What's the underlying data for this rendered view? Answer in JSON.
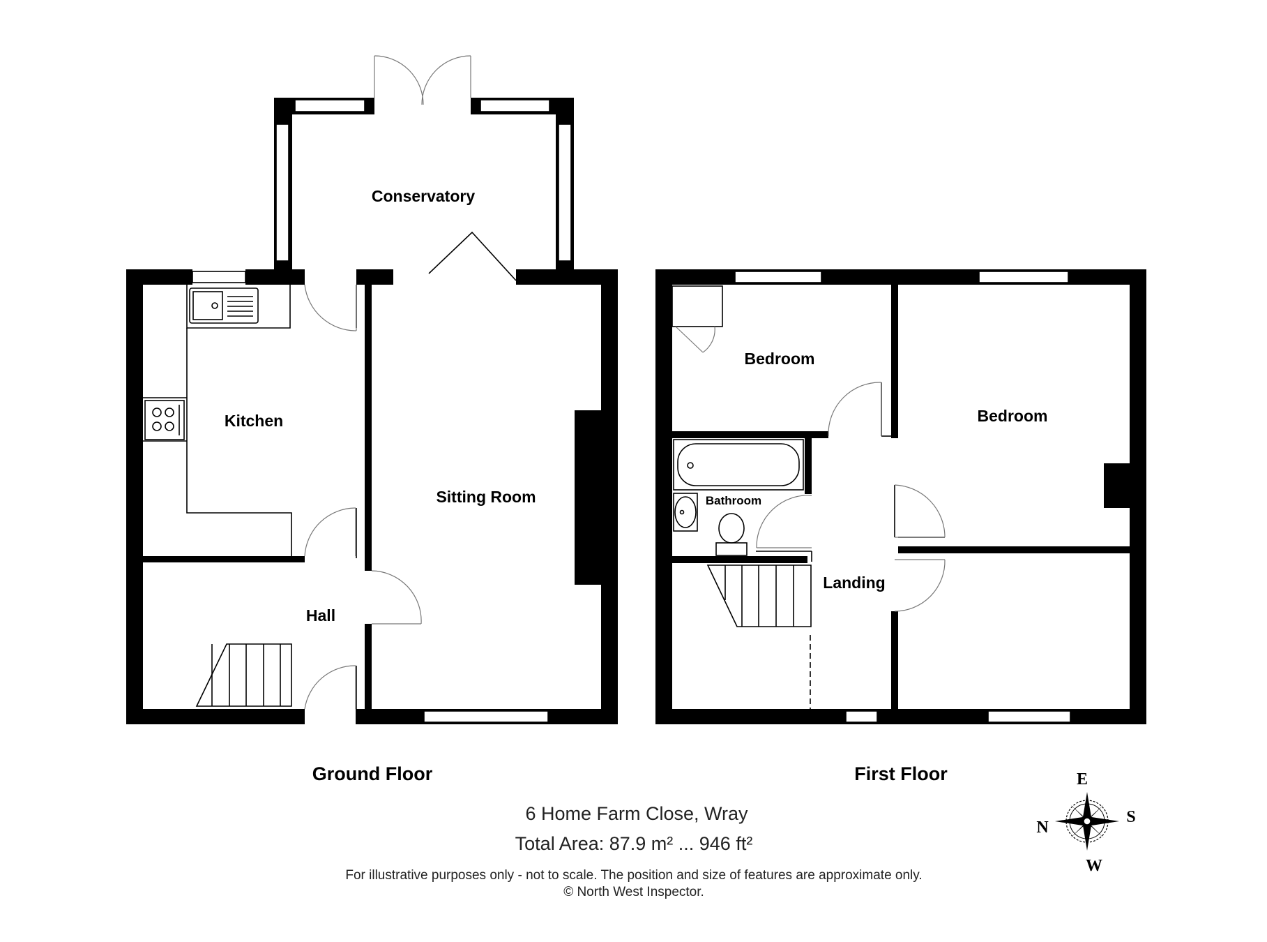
{
  "ground_floor": {
    "label": "Ground Floor",
    "rooms": {
      "conservatory": "Conservatory",
      "kitchen": "Kitchen",
      "sitting_room": "Sitting Room",
      "hall": "Hall"
    }
  },
  "first_floor": {
    "label": "First Floor",
    "rooms": {
      "bedroom_1": "Bedroom",
      "bedroom_2": "Bedroom",
      "bathroom": "Bathroom",
      "landing": "Landing"
    }
  },
  "footer": {
    "address": "6 Home Farm Close, Wray",
    "total_area": "Total Area: 87.9 m² ... 946 ft²",
    "disclaimer": "For illustrative purposes only - not to scale. The position and size of features are approximate only.",
    "copyright": "© North West Inspector."
  },
  "compass": {
    "north": "N",
    "east": "E",
    "south": "S",
    "west": "W"
  },
  "colors": {
    "wall": "#000000",
    "background": "#ffffff"
  }
}
